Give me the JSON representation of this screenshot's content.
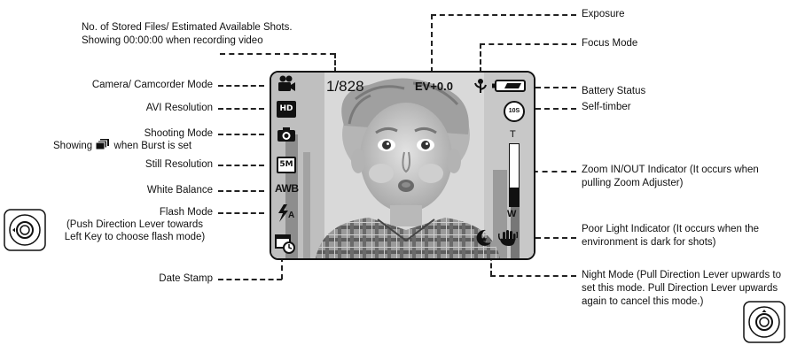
{
  "labels": {
    "stored_files_line1": "No. of Stored Files/ Estimated Available Shots.",
    "stored_files_line2": "Showing 00:00:00 when recording video",
    "camera_mode": "Camera/ Camcorder Mode",
    "avi_resolution": "AVI Resolution",
    "shooting_mode": "Shooting Mode",
    "burst_note_pre": "Showing",
    "burst_note_post": "when Burst is set",
    "still_resolution": "Still Resolution",
    "white_balance": "White Balance",
    "flash_mode": "Flash Mode",
    "flash_line1": "(Push Direction Lever towards",
    "flash_line2": "Left Key to choose flash mode)",
    "date_stamp": "Date Stamp",
    "exposure": "Exposure",
    "focus_mode": "Focus Mode",
    "battery_status": "Battery Status",
    "self_timer": "Self-timber",
    "zoom_line1": "Zoom IN/OUT Indicator (It occurs when",
    "zoom_line2": "pulling Zoom Adjuster)",
    "poor_light_line1": "Poor Light Indicator (It occurs when the",
    "poor_light_line2": "environment is dark for shots)",
    "night_line1": "Night Mode (Pull Direction Lever upwards to",
    "night_line2": "set this mode. Pull Direction Lever upwards",
    "night_line3": "again to cancel this mode.)"
  },
  "screen": {
    "file_count": "1/828",
    "exposure_value": "EV+0.0",
    "hd_text": "HD",
    "still_res_text": "5M",
    "wb_text": "AWB",
    "flash_text": "A",
    "timer_text": "10S",
    "zoom_top": "T",
    "zoom_bottom": "W",
    "zoom_level": 0.3
  },
  "icons": {
    "camcorder": "camcorder-icon",
    "hd": "hd-resolution-icon",
    "camera": "camera-icon",
    "still_res": "still-resolution-icon",
    "white_balance": "white-balance-icon",
    "flash": "flash-icon",
    "date_stamp": "date-stamp-icon",
    "focus": "macro-flower-icon",
    "battery": "battery-icon",
    "self_timer": "self-timer-icon",
    "night": "night-mode-icon",
    "shake": "shake-hand-icon",
    "burst": "burst-icon",
    "direction_pad": "direction-pad-icon"
  }
}
